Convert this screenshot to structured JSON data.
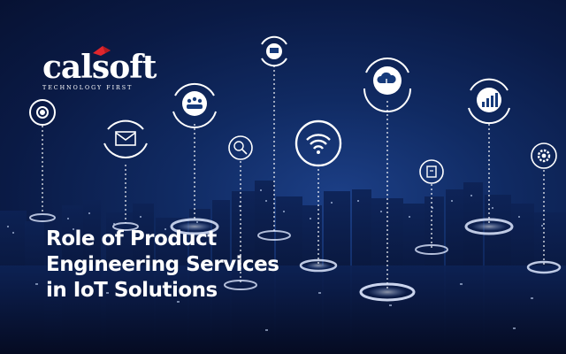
{
  "brand": {
    "name": "calsoft",
    "tagline": "TECHNOLOGY FIRST",
    "accent_color": "#e0262d"
  },
  "headline": {
    "line1": "Role of Product",
    "line2": "Engineering Services",
    "line3": "in IoT Solutions"
  },
  "icons": [
    "target-icon",
    "email-icon",
    "people-icon",
    "globe-search-icon",
    "laptop-icon",
    "wifi-icon",
    "cloud-upload-icon",
    "clipboard-icon",
    "bar-chart-icon",
    "gear-icon"
  ]
}
